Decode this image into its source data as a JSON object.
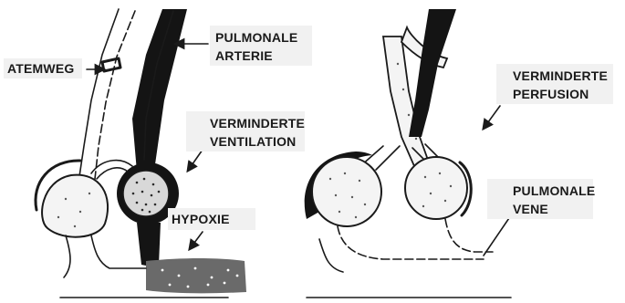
{
  "labels": {
    "atemweg": "ATEMWEG",
    "pulmonale_arterie_1": "PULMONALE",
    "pulmonale_arterie_2": "ARTERIE",
    "verminderte_ventilation_1": "VERMINDERTE",
    "verminderte_ventilation_2": "VENTILATION",
    "hypoxie": "HYPOXIE",
    "verminderte_perfusion_1": "VERMINDERTE",
    "verminderte_perfusion_2": "PERFUSION",
    "pulmonale_vene_1": "PULMONALE",
    "pulmonale_vene_2": "VENE"
  },
  "colors": {
    "ink": "#1a1a1a",
    "background": "#ffffff"
  }
}
